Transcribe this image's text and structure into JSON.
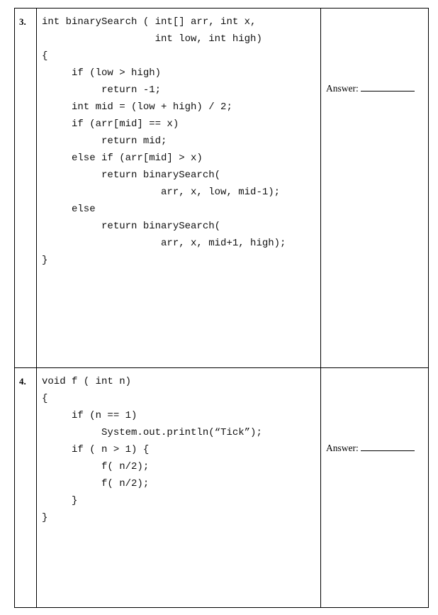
{
  "questions": [
    {
      "number": "3.",
      "code": [
        "int binarySearch ( int[] arr, int x,",
        "                   int low, int high)",
        "{",
        "     if (low > high)",
        "          return -1;",
        "     int mid = (low + high) / 2;",
        "     if (arr[mid] == x)",
        "          return mid;",
        "     else if (arr[mid] > x)",
        "          return binarySearch(",
        "                    arr, x, low, mid-1);",
        "     else",
        "          return binarySearch(",
        "                    arr, x, mid+1, high);",
        "}"
      ],
      "answer_label": "Answer:"
    },
    {
      "number": "4.",
      "code": [
        "void f ( int n)",
        "{",
        "     if (n == 1)",
        "          System.out.println(“Tick”);",
        "     if ( n > 1) {",
        "          f( n/2);",
        "          f( n/2);",
        "     }",
        "}"
      ],
      "answer_label": "Answer:"
    }
  ]
}
